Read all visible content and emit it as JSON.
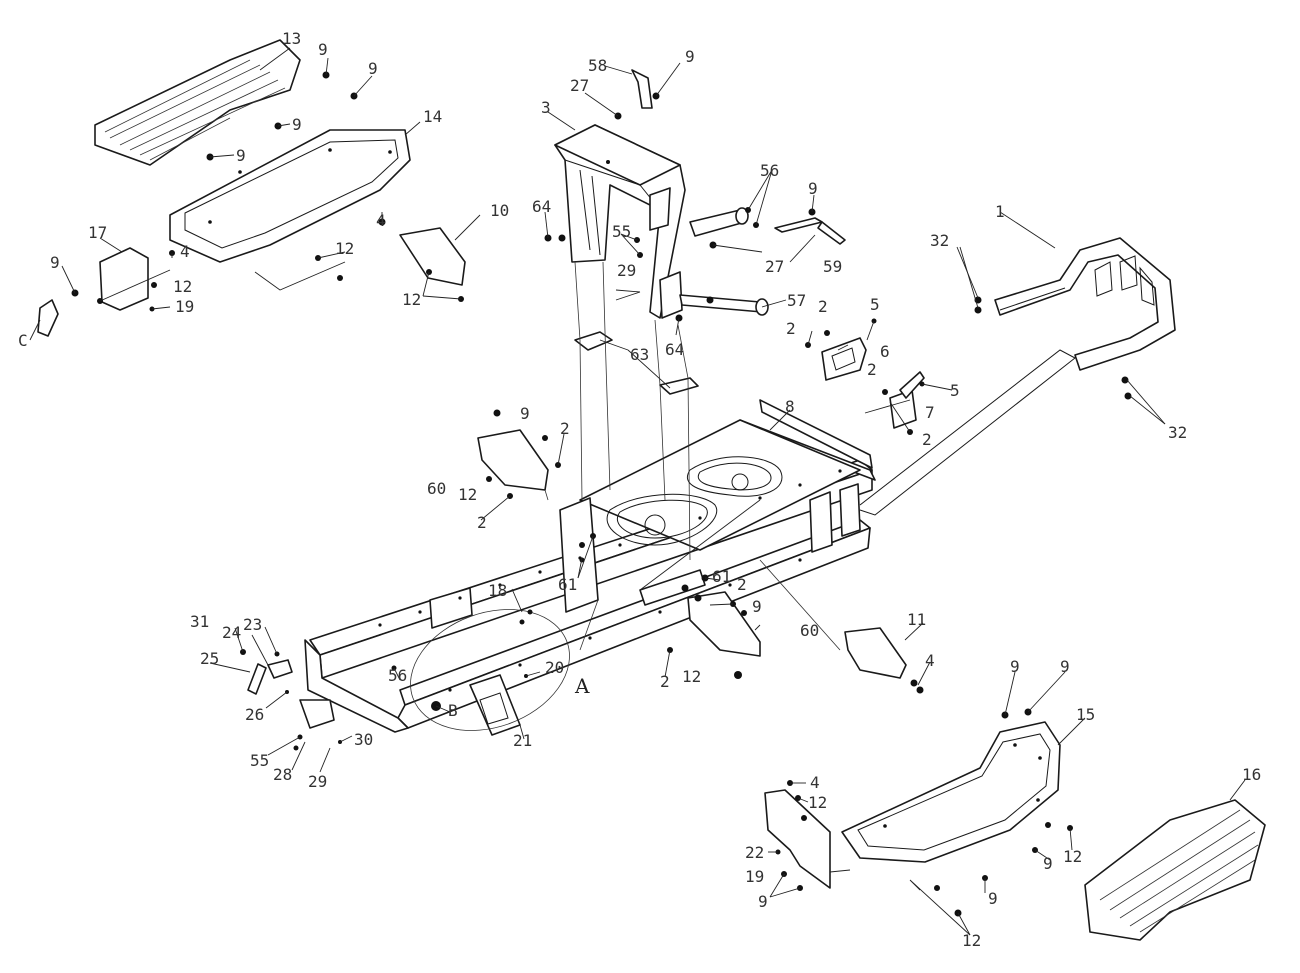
{
  "callouts": [
    {
      "id": "c1",
      "text": "1"
    },
    {
      "id": "c2a",
      "text": "2"
    },
    {
      "id": "c2b",
      "text": "2"
    },
    {
      "id": "c2c",
      "text": "2"
    },
    {
      "id": "c2d",
      "text": "2"
    },
    {
      "id": "c2e",
      "text": "2"
    },
    {
      "id": "c2f",
      "text": "2"
    },
    {
      "id": "c2g",
      "text": "2"
    },
    {
      "id": "c2h",
      "text": "2"
    },
    {
      "id": "c2i",
      "text": "2"
    },
    {
      "id": "c3",
      "text": "3"
    },
    {
      "id": "c4a",
      "text": "4"
    },
    {
      "id": "c4b",
      "text": "4"
    },
    {
      "id": "c4c",
      "text": "4"
    },
    {
      "id": "c4d",
      "text": "4"
    },
    {
      "id": "c5a",
      "text": "5"
    },
    {
      "id": "c5b",
      "text": "5"
    },
    {
      "id": "c6",
      "text": "6"
    },
    {
      "id": "c7",
      "text": "7"
    },
    {
      "id": "c8",
      "text": "8"
    },
    {
      "id": "c9a",
      "text": "9"
    },
    {
      "id": "c9b",
      "text": "9"
    },
    {
      "id": "c9c",
      "text": "9"
    },
    {
      "id": "c9d",
      "text": "9"
    },
    {
      "id": "c9e",
      "text": "9"
    },
    {
      "id": "c9f",
      "text": "9"
    },
    {
      "id": "c9g",
      "text": "9"
    },
    {
      "id": "c9h",
      "text": "9"
    },
    {
      "id": "c9i",
      "text": "9"
    },
    {
      "id": "c9j",
      "text": "9"
    },
    {
      "id": "c9k",
      "text": "9"
    },
    {
      "id": "c9l",
      "text": "9"
    },
    {
      "id": "c9m",
      "text": "9"
    },
    {
      "id": "c9n",
      "text": "9"
    },
    {
      "id": "c10",
      "text": "10"
    },
    {
      "id": "c11",
      "text": "11"
    },
    {
      "id": "c12a",
      "text": "12"
    },
    {
      "id": "c12b",
      "text": "12"
    },
    {
      "id": "c12c",
      "text": "12"
    },
    {
      "id": "c12d",
      "text": "12"
    },
    {
      "id": "c12e",
      "text": "12"
    },
    {
      "id": "c12f",
      "text": "12"
    },
    {
      "id": "c12g",
      "text": "12"
    },
    {
      "id": "c12h",
      "text": "12"
    },
    {
      "id": "c13",
      "text": "13"
    },
    {
      "id": "c14",
      "text": "14"
    },
    {
      "id": "c15",
      "text": "15"
    },
    {
      "id": "c16",
      "text": "16"
    },
    {
      "id": "c17",
      "text": "17"
    },
    {
      "id": "c18",
      "text": "18"
    },
    {
      "id": "c19a",
      "text": "19"
    },
    {
      "id": "c19b",
      "text": "19"
    },
    {
      "id": "c20",
      "text": "20"
    },
    {
      "id": "c21",
      "text": "21"
    },
    {
      "id": "c22",
      "text": "22"
    },
    {
      "id": "c23",
      "text": "23"
    },
    {
      "id": "c24",
      "text": "24"
    },
    {
      "id": "c25",
      "text": "25"
    },
    {
      "id": "c26",
      "text": "26"
    },
    {
      "id": "c27a",
      "text": "27"
    },
    {
      "id": "c27b",
      "text": "27"
    },
    {
      "id": "c28",
      "text": "28"
    },
    {
      "id": "c29a",
      "text": "29"
    },
    {
      "id": "c29b",
      "text": "29"
    },
    {
      "id": "c30",
      "text": "30"
    },
    {
      "id": "c31",
      "text": "31"
    },
    {
      "id": "c32a",
      "text": "32"
    },
    {
      "id": "c32b",
      "text": "32"
    },
    {
      "id": "c55a",
      "text": "55"
    },
    {
      "id": "c55b",
      "text": "55"
    },
    {
      "id": "c56a",
      "text": "56"
    },
    {
      "id": "c56b",
      "text": "56"
    },
    {
      "id": "c57",
      "text": "57"
    },
    {
      "id": "c58",
      "text": "58"
    },
    {
      "id": "c59",
      "text": "59"
    },
    {
      "id": "c60a",
      "text": "60"
    },
    {
      "id": "c60b",
      "text": "60"
    },
    {
      "id": "c61a",
      "text": "61"
    },
    {
      "id": "c61b",
      "text": "61"
    },
    {
      "id": "c63",
      "text": "63"
    },
    {
      "id": "c64a",
      "text": "64"
    },
    {
      "id": "c64b",
      "text": "64"
    },
    {
      "id": "cC",
      "text": "C"
    },
    {
      "id": "cB",
      "text": "B"
    }
  ],
  "detail_label": "A"
}
